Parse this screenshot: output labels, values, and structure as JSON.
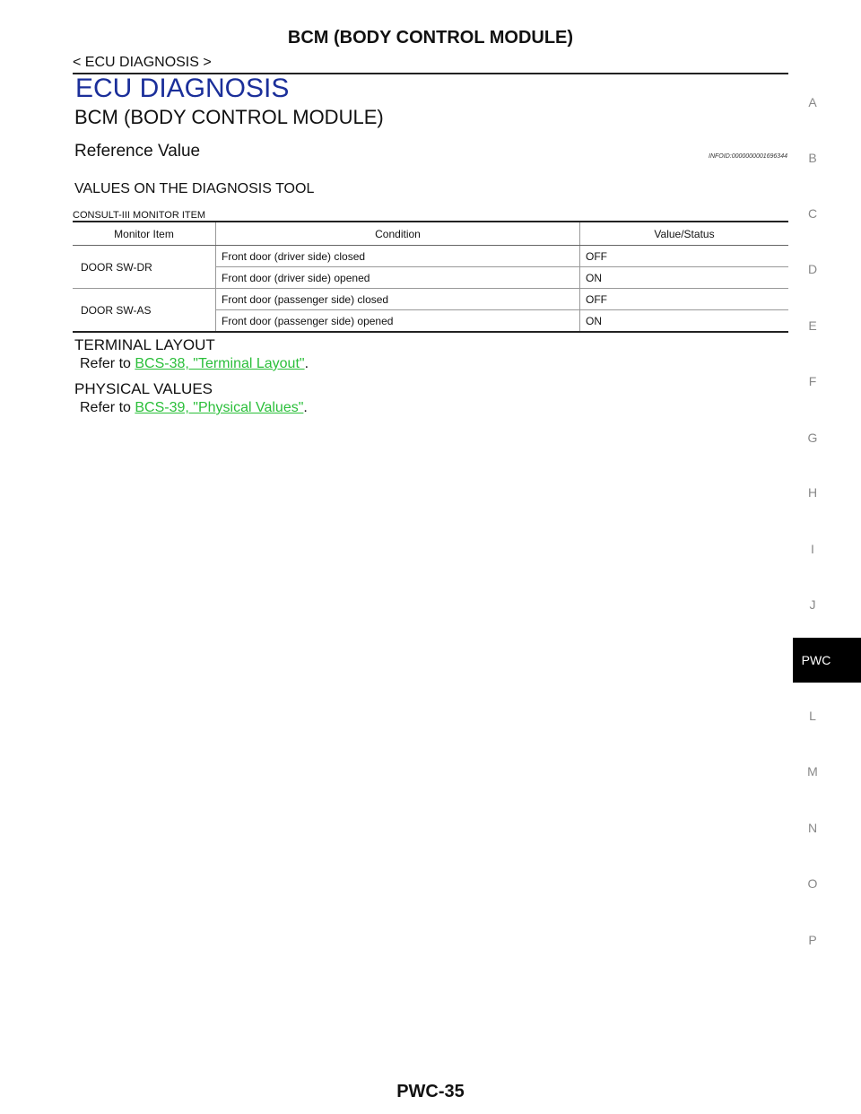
{
  "header": {
    "title": "BCM (BODY CONTROL MODULE)",
    "breadcrumb": "< ECU DIAGNOSIS >"
  },
  "section_title": "ECU DIAGNOSIS",
  "subsection_title": "BCM (BODY CONTROL MODULE)",
  "reference_title": "Reference Value",
  "infoid": "INFOID:0000000001696344",
  "values_heading": "VALUES ON THE DIAGNOSIS TOOL",
  "monitor_heading": "CONSULT-III MONITOR ITEM",
  "table": {
    "headers": [
      "Monitor Item",
      "Condition",
      "Value/Status"
    ],
    "items": [
      {
        "name": "DOOR SW-DR",
        "rows": [
          {
            "condition": "Front door (driver side) closed",
            "value": "OFF"
          },
          {
            "condition": "Front door (driver side) opened",
            "value": "ON"
          }
        ]
      },
      {
        "name": "DOOR SW-AS",
        "rows": [
          {
            "condition": "Front door (passenger side) closed",
            "value": "OFF"
          },
          {
            "condition": "Front door (passenger side) opened",
            "value": "ON"
          }
        ]
      }
    ]
  },
  "terminal": {
    "heading": "TERMINAL LAYOUT",
    "prefix": "Refer to ",
    "link": "BCS-38, \"Terminal Layout\"",
    "suffix": "."
  },
  "physical": {
    "heading": "PHYSICAL VALUES",
    "prefix": "Refer to ",
    "link": "BCS-39, \"Physical Values\"",
    "suffix": "."
  },
  "side_index": {
    "letters": [
      "A",
      "B",
      "C",
      "D",
      "E",
      "F",
      "G",
      "H",
      "I",
      "J",
      "L",
      "M",
      "N",
      "O",
      "P"
    ],
    "active": "PWC"
  },
  "footer": "PWC-35",
  "colors": {
    "section_title": "#1b2f9a",
    "link": "#2bbf3a",
    "side_tab_bg": "#000000"
  }
}
